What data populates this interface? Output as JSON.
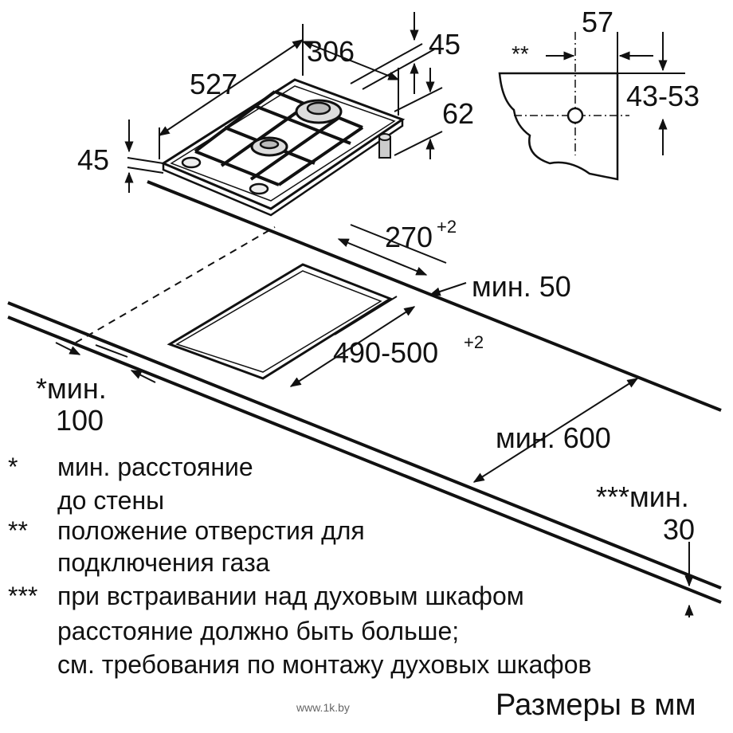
{
  "dimensions": {
    "width_527": "527",
    "depth_306": "306",
    "height_45_top": "45",
    "leg_62": "62",
    "height_45_left": "45",
    "gas_57": "57",
    "gas_43_53": "43-53",
    "gas_marker": "**",
    "cutout_270": "270",
    "cutout_270_tol": "+2",
    "cutout_490_500": "490-500",
    "cutout_490_500_tol": "+2",
    "min_50": "мин. 50",
    "min_100_label": "*мин.",
    "min_100_value": "100",
    "min_600": "мин. 600",
    "min_30_label": "***мин.",
    "min_30_value": "30"
  },
  "notes": [
    {
      "marker": "*",
      "lines": [
        "мин. расстояние",
        "до стены"
      ]
    },
    {
      "marker": "**",
      "lines": [
        "положение отверстия для",
        "подключения газа"
      ]
    },
    {
      "marker": "***",
      "lines": [
        "при встраивании над духовым шкафом",
        "расстояние должно быть больше;",
        "см. требования по монтажу духовых шкафов"
      ]
    }
  ],
  "units_label": "Размеры в мм",
  "watermark": "www.1k.by",
  "colors": {
    "line": "#111111",
    "ink": "#111111"
  }
}
